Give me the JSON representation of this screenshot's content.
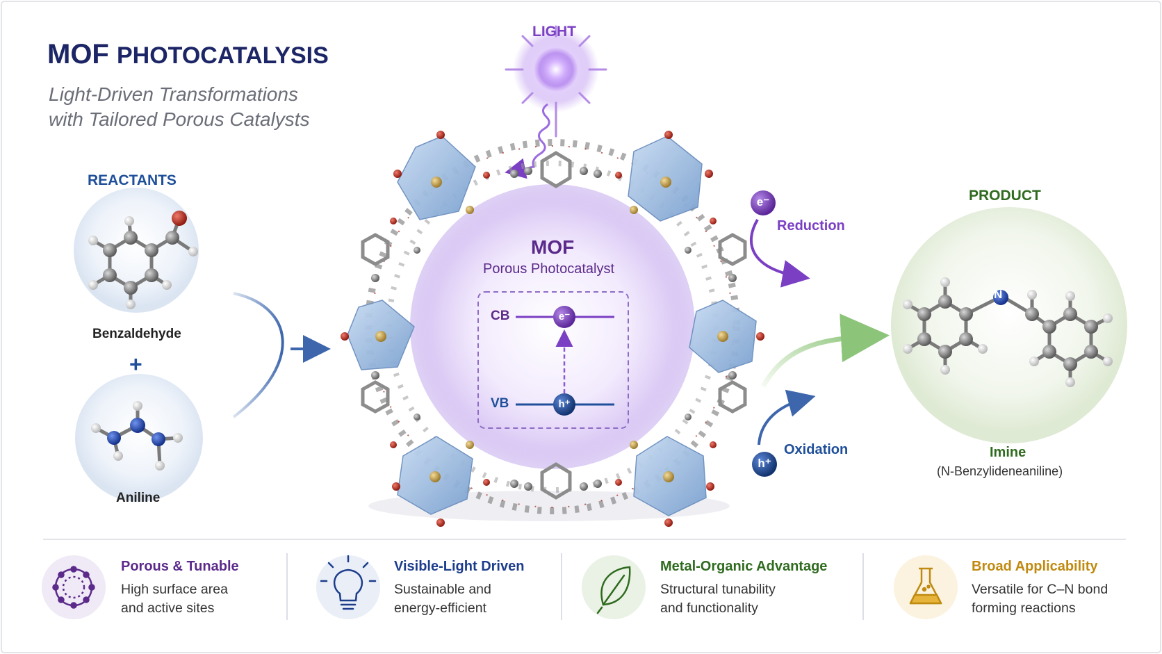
{
  "header": {
    "title_bold": "MOF",
    "title_rest": "PHOTOCATALYSIS",
    "subtitle_line1": "Light-Driven Transformations",
    "subtitle_line2": "with Tailored Porous Catalysts"
  },
  "light": {
    "label": "LIGHT"
  },
  "reactants": {
    "heading": "REACTANTS",
    "molecule1": "Benzaldehyde",
    "plus": "+",
    "molecule2": "Aniline"
  },
  "mof": {
    "title": "MOF",
    "subtitle": "Porous Photocatalyst",
    "cb_label": "CB",
    "vb_label": "VB",
    "electron": "e⁻",
    "hole": "h⁺"
  },
  "redox": {
    "electron": "e⁻",
    "reduction": "Reduction",
    "hole": "h⁺",
    "oxidation": "Oxidation"
  },
  "product": {
    "heading": "PRODUCT",
    "name": "Imine",
    "detail": "(N-Benzylideneaniline)",
    "n_atom": "N"
  },
  "features": [
    {
      "title": "Porous & Tunable",
      "line1": "High surface area",
      "line2": "and active sites",
      "icon": "porous-ring-icon",
      "color": "#5b2a8a"
    },
    {
      "title": "Visible-Light Driven",
      "line1": "Sustainable and",
      "line2": "energy-efficient",
      "icon": "lightbulb-icon",
      "color": "#1d3d8c"
    },
    {
      "title": "Metal-Organic Advantage",
      "line1": "Structural tunability",
      "line2": "and functionality",
      "icon": "leaf-icon",
      "color": "#2f6b1f"
    },
    {
      "title": "Broad Applicability",
      "line1": "Versatile for C–N bond",
      "line2": "forming reactions",
      "icon": "flask-icon",
      "color": "#c08a10"
    }
  ],
  "colors": {
    "navy": "#1c2566",
    "purple": "#7b3fc4",
    "blue": "#1f4f9a",
    "green": "#2f6b1f",
    "gold": "#c08a10"
  }
}
